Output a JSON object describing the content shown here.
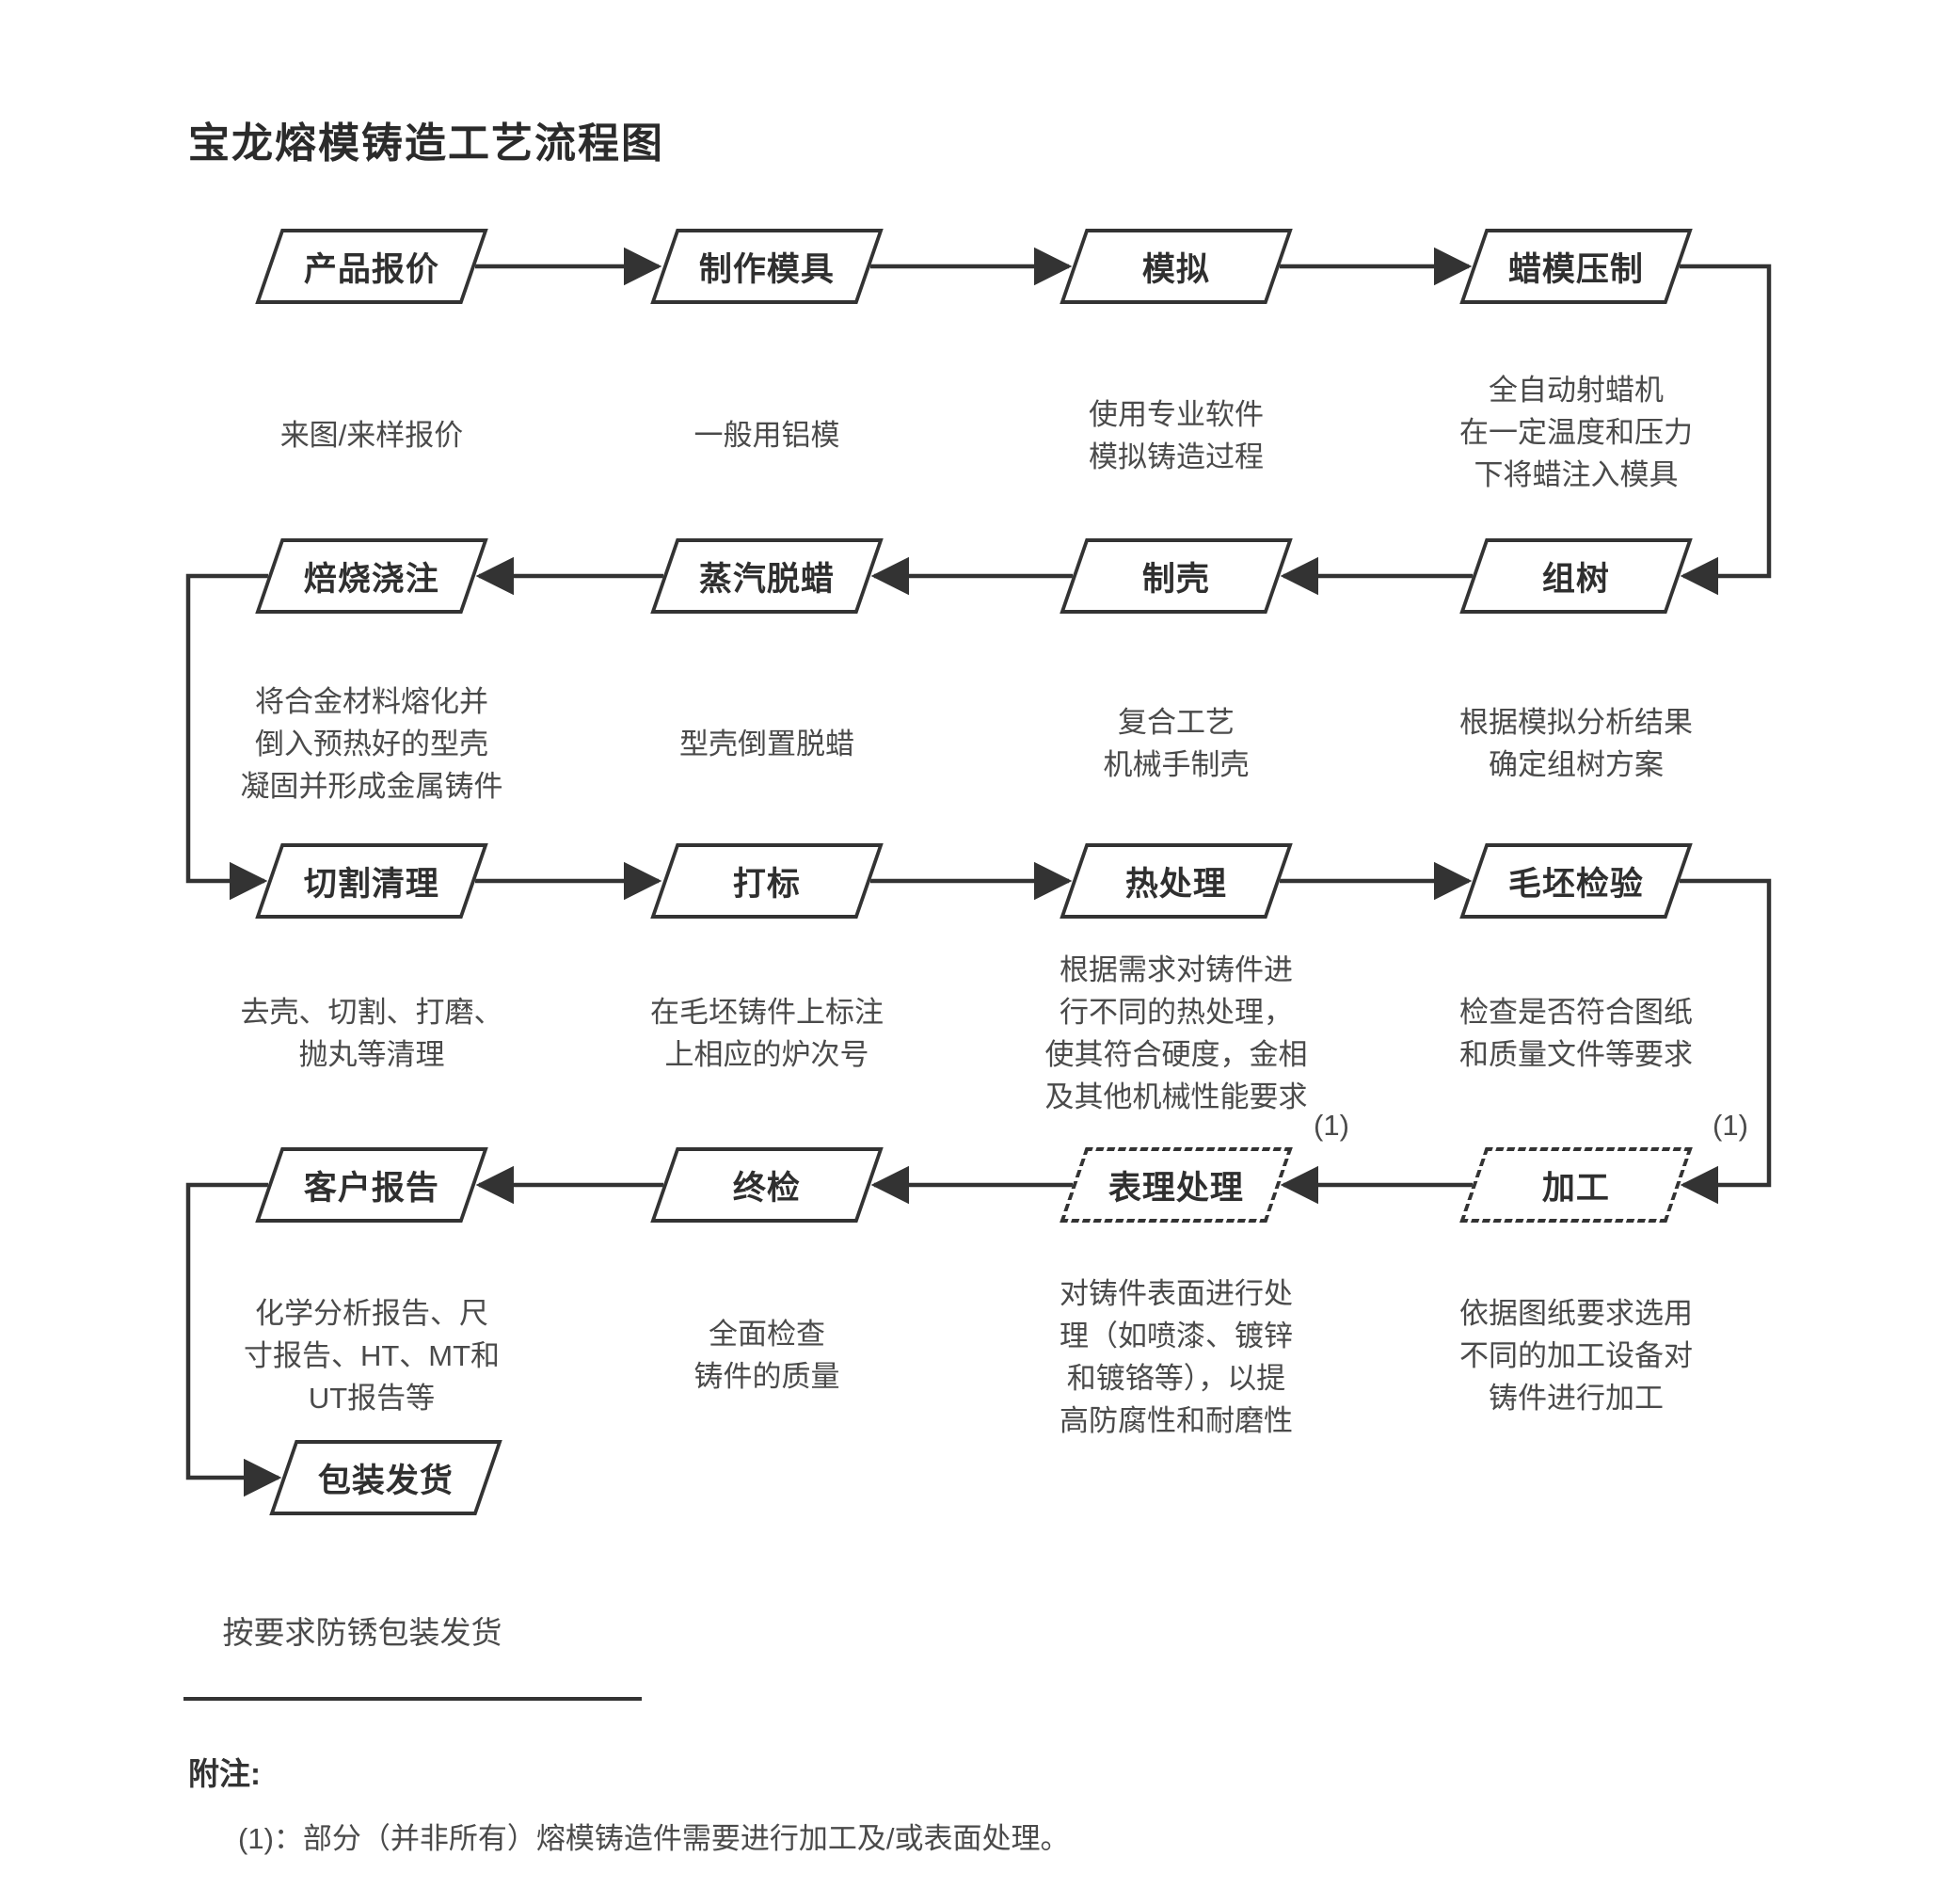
{
  "title": "宝龙熔模铸造工艺流程图",
  "annotation_label": "(1)",
  "nodes": [
    {
      "label": "产品报价",
      "desc": "来图/来样报价"
    },
    {
      "label": "制作模具",
      "desc": "一般用铝模"
    },
    {
      "label": "模拟",
      "desc": "使用专业软件\n模拟铸造过程"
    },
    {
      "label": "蜡模压制",
      "desc": "全自动射蜡机\n在一定温度和压力\n下将蜡注入模具"
    },
    {
      "label": "组树",
      "desc": "根据模拟分析结果\n确定组树方案"
    },
    {
      "label": "制壳",
      "desc": "复合工艺\n机械手制壳"
    },
    {
      "label": "蒸汽脱蜡",
      "desc": "型壳倒置脱蜡"
    },
    {
      "label": "焙烧浇注",
      "desc": "将合金材料熔化并\n倒入预热好的型壳\n凝固并形成金属铸件"
    },
    {
      "label": "切割清理",
      "desc": "去壳、切割、打磨、\n抛丸等清理"
    },
    {
      "label": "打标",
      "desc": "在毛坯铸件上标注\n上相应的炉次号"
    },
    {
      "label": "热处理",
      "desc": "根据需求对铸件进\n行不同的热处理，\n使其符合硬度，金相\n及其他机械性能要求"
    },
    {
      "label": "毛坯检验",
      "desc": "检查是否符合图纸\n和质量文件等要求"
    },
    {
      "label": "加工",
      "desc": "依据图纸要求选用\n不同的加工设备对\n铸件进行加工"
    },
    {
      "label": "表理处理",
      "desc": "对铸件表面进行处\n理（如喷漆、镀锌\n和镀铬等），以提\n高防腐性和耐磨性"
    },
    {
      "label": "终检",
      "desc": "全面检查\n铸件的质量"
    },
    {
      "label": "客户报告",
      "desc": "化学分析报告、尺\n寸报告、HT、MT和\nUT报告等"
    },
    {
      "label": "包装发货",
      "desc": "按要求防锈包装发货"
    }
  ],
  "footnote": {
    "heading": "附注:",
    "text": "(1)：部分（并非所有）熔模铸造件需要进行加工及/或表面处理。"
  },
  "colors": {
    "line": "#333333",
    "text": "#4a4a4a"
  }
}
